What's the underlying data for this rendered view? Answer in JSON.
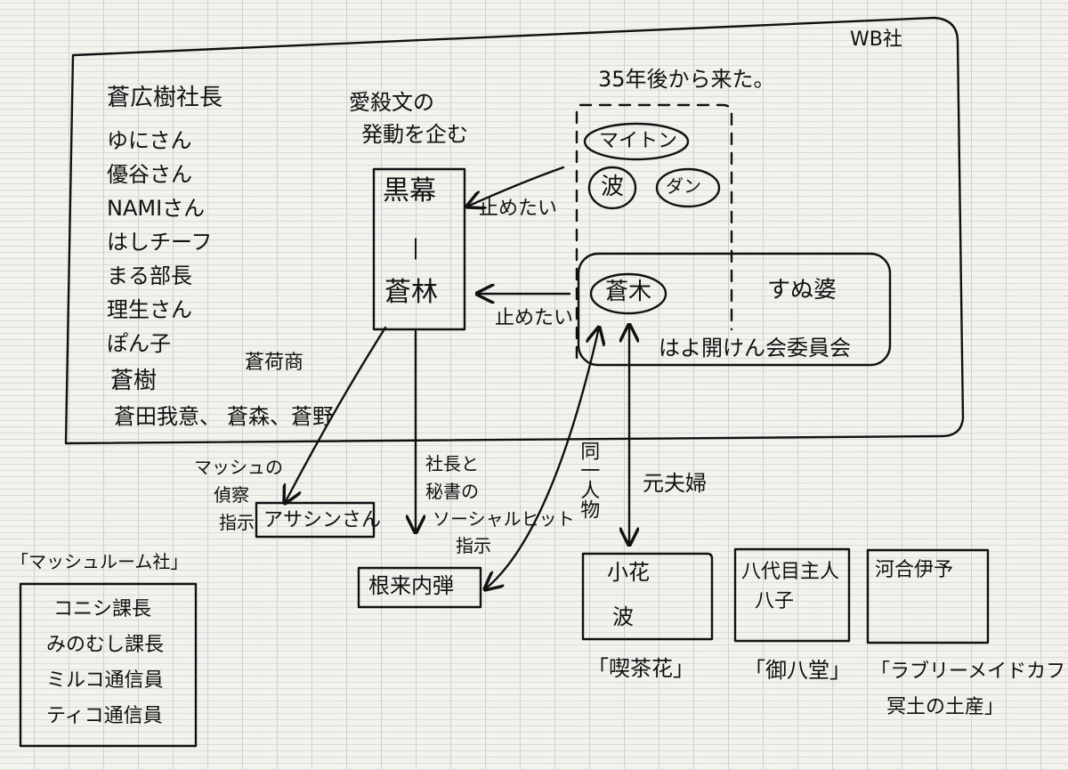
{
  "wb": {
    "label": "WB社",
    "members": [
      "蒼広樹社長",
      "ゆにさん",
      "優谷さん",
      "NAMIさん",
      "はしチーフ",
      "まる部長",
      "理生さん",
      "ぽん子",
      "蒼樹"
    ],
    "members_row": [
      "蒼田我意、",
      "蒼森、蒼野"
    ],
    "extra": "蒼荷商"
  },
  "kuromaku": {
    "caption": [
      "愛殺文の",
      "発動を企む"
    ],
    "top": "黒幕",
    "sep": "|",
    "bottom": "蒼林"
  },
  "future": {
    "caption": "35年後から来た。",
    "members": [
      "マイトン",
      "波",
      "ダン"
    ]
  },
  "committee": {
    "member": "蒼木",
    "other": "すぬ婆",
    "name": "はよ開けん会委員会"
  },
  "arrows": {
    "stop1": "止めたい",
    "stop2": "止めたい",
    "same_person": "同一人物",
    "ex_couple": "元夫婦",
    "investigate": [
      "マッシュの",
      "偵察",
      "指示"
    ],
    "social_hit": [
      "社長と",
      "秘書の",
      "ソーシャルヒット",
      "指示"
    ]
  },
  "assassin": "アサシンさん",
  "nemoto": "根来内弾",
  "mushroom": {
    "label": "「マッシュルーム社」",
    "members": [
      "コニシ課長",
      "みのむし課長",
      "ミルコ通信員",
      "ティコ通信員"
    ]
  },
  "cafes": [
    {
      "members": [
        "小花",
        "波"
      ],
      "label": "「喫茶花」"
    },
    {
      "members": [
        "八代目主人",
        "八子"
      ],
      "label": "「御八堂」"
    },
    {
      "members": [
        "河合伊予"
      ],
      "label": "「ラブリーメイドカフェ",
      "label2": "冥土の土産」"
    }
  ]
}
